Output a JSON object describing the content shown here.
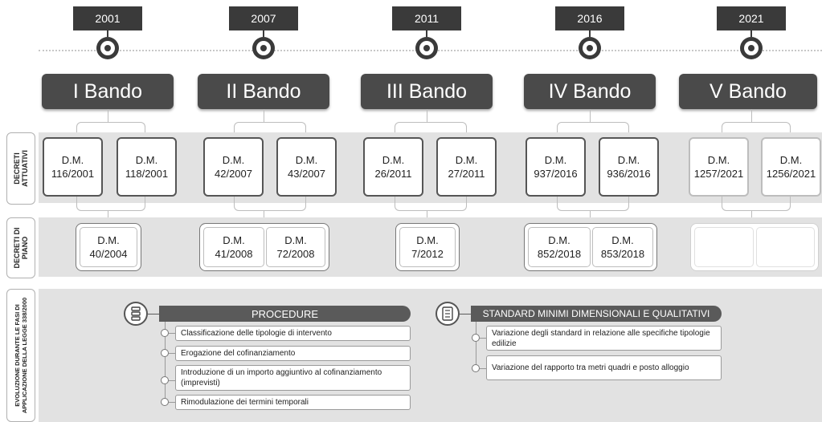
{
  "timeline": {
    "years": [
      "2001",
      "2007",
      "2011",
      "2016",
      "2021"
    ],
    "bandi": [
      "I Bando",
      "II Bando",
      "III Bando",
      "IV Bando",
      "V Bando"
    ]
  },
  "rows": {
    "decreti_attuativi": "DECRETI ATTUATIVI",
    "decreti_di_piano": "DECRETI DI PIANO",
    "evoluzione": "EVOLUZIONE DURANTE LE FASI DI APPLICAZIONE DELLA LEGGE 338/2000"
  },
  "attuativi": [
    {
      "a": "D.M.",
      "b": "116/2001"
    },
    {
      "a": "D.M.",
      "b": "118/2001"
    },
    {
      "a": "D.M.",
      "b": "42/2007"
    },
    {
      "a": "D.M.",
      "b": "43/2007"
    },
    {
      "a": "D.M.",
      "b": "26/2011"
    },
    {
      "a": "D.M.",
      "b": "27/2011"
    },
    {
      "a": "D.M.",
      "b": "937/2016"
    },
    {
      "a": "D.M.",
      "b": "936/2016"
    },
    {
      "a": "D.M.",
      "b": "1257/2021"
    },
    {
      "a": "D.M.",
      "b": "1256/2021"
    }
  ],
  "piano": [
    {
      "a": "D.M.",
      "b": "40/2004"
    },
    {
      "a": "D.M.",
      "b": "41/2008"
    },
    {
      "a": "D.M.",
      "b": "72/2008"
    },
    {
      "a": "D.M.",
      "b": "7/2012"
    },
    {
      "a": "D.M.",
      "b": "852/2018"
    },
    {
      "a": "D.M.",
      "b": "853/2018"
    }
  ],
  "procedure": {
    "title": "PROCEDURE",
    "icon": "flowchart-icon",
    "items": [
      "Classificazione delle tipologie di intervento",
      "Erogazione del cofinanziamento",
      "Introduzione di un importo aggiuntivo al cofinanziamento (imprevisti)",
      "Rimodulazione dei termini temporali"
    ]
  },
  "standard": {
    "title": "STANDARD MINIMI DIMENSIONALI E QUALITATIVI",
    "icon": "checklist-icon",
    "items": [
      "Variazione degli standard in relazione alle specifiche tipologie edilizie",
      "Variazione del rapporto tra metri quadri e posto alloggio"
    ]
  },
  "colors": {
    "dark": "#3a3a3a",
    "band": "#e2e2e2",
    "pill": "#5a5a5a"
  }
}
